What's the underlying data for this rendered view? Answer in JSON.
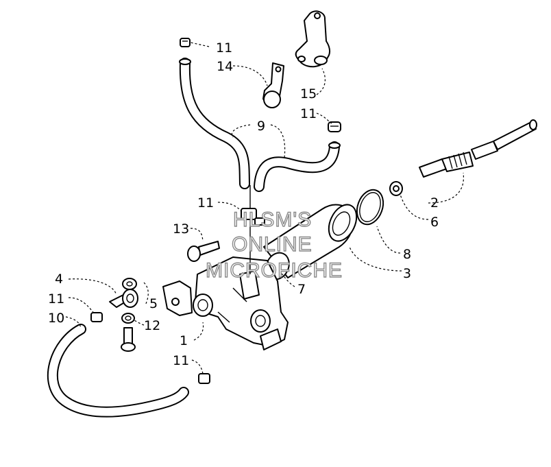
{
  "diagram": {
    "callouts": [
      {
        "id": "c1",
        "label": "1"
      },
      {
        "id": "c2",
        "label": "2"
      },
      {
        "id": "c3",
        "label": "3"
      },
      {
        "id": "c4",
        "label": "4"
      },
      {
        "id": "c5",
        "label": "5"
      },
      {
        "id": "c6",
        "label": "6"
      },
      {
        "id": "c7",
        "label": "7"
      },
      {
        "id": "c8",
        "label": "8"
      },
      {
        "id": "c9",
        "label": "9"
      },
      {
        "id": "c10",
        "label": "10"
      },
      {
        "id": "c11a",
        "label": "11"
      },
      {
        "id": "c11b",
        "label": "11"
      },
      {
        "id": "c11c",
        "label": "11"
      },
      {
        "id": "c11d",
        "label": "11"
      },
      {
        "id": "c11e",
        "label": "11"
      },
      {
        "id": "c12",
        "label": "12"
      },
      {
        "id": "c13",
        "label": "13"
      },
      {
        "id": "c14",
        "label": "14"
      },
      {
        "id": "c15",
        "label": "15"
      }
    ]
  },
  "watermark": {
    "line1": "HLSM'S",
    "line2": "ONLINE",
    "line3": "MICROFICHE"
  },
  "colors": {
    "line": "#000000",
    "background": "#ffffff",
    "watermark_outline": "#8a8a8a"
  }
}
